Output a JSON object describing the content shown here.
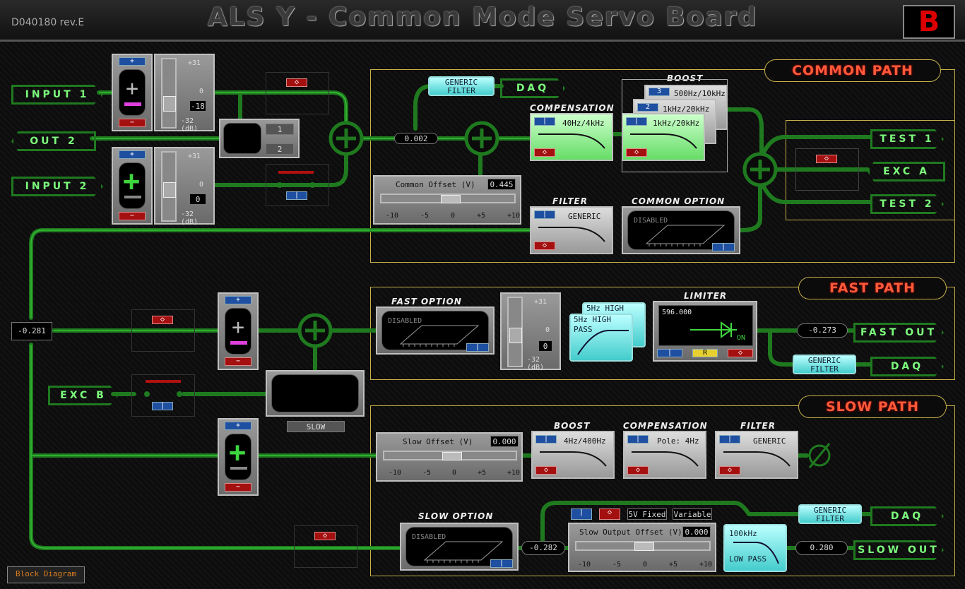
{
  "header": {
    "doc_id": "D040180 rev.E",
    "title": "ALS Y - Common Mode Servo Board",
    "logo": "B"
  },
  "sections": {
    "common": "COMMON PATH",
    "fast": "FAST PATH",
    "slow": "SLOW PATH"
  },
  "ports": {
    "input1": "INPUT 1",
    "out2": "OUT 2",
    "input2": "INPUT 2",
    "exc_b": "EXC B",
    "daq": "DAQ",
    "test1": "TEST 1",
    "exc_a": "EXC A",
    "test2": "TEST 2",
    "fast_out": "FAST OUT",
    "slow_out": "SLOW OUT"
  },
  "input1": {
    "gain_max": "+31",
    "gain_zero": "0",
    "gain_min": "-32 (dB)",
    "gain_value": "-18",
    "plus": "+",
    "minus": "−"
  },
  "input2": {
    "gain_max": "+31",
    "gain_zero": "0",
    "gain_min": "-32 (dB)",
    "gain_value": "0",
    "plus": "+",
    "minus": "−"
  },
  "mux": {
    "opt1": "1",
    "opt2": "2"
  },
  "common": {
    "sum_readout": "0.002",
    "generic_filter": "GENERIC FILTER",
    "compensation_cap": "COMPENSATION",
    "compensation_label": "40Hz/4kHz",
    "boost_cap": "BOOST",
    "boost_stages": [
      "500Hz/10kHz",
      "1kHz/20kHz",
      "1kHz/20kHz"
    ],
    "boost_nums": [
      "3",
      "2"
    ],
    "offset_label": "Common Offset (V)",
    "offset_value": "0.445",
    "offset_ticks": [
      "-10",
      "-5",
      "0",
      "+5",
      "+10"
    ],
    "filter_cap": "FILTER",
    "filter_label": "GENERIC",
    "option_cap": "COMMON  OPTION",
    "option_state": "DISABLED"
  },
  "fast": {
    "left_readout": "-0.281",
    "option_cap": "FAST  OPTION",
    "option_state": "DISABLED",
    "gain_max": "+31",
    "gain_zero": "0",
    "gain_min": "-32 (dB)",
    "gain_value": "0",
    "highpass_back": "5Hz HIGH PASS",
    "highpass_front": "5Hz HIGH PASS",
    "limiter_cap": "LIMITER",
    "limiter_value": "596.000",
    "limiter_state": "ON",
    "limiter_r": "R",
    "out_readout": "-0.273",
    "generic_filter": "GENERIC FILTER",
    "slow_btn": "SLOW"
  },
  "slow": {
    "offset_label": "Slow Offset (V)",
    "offset_value": "0.000",
    "offset_ticks": [
      "-10",
      "-5",
      "0",
      "+5",
      "+10"
    ],
    "boost_cap": "BOOST",
    "boost_label": "4Hz/400Hz",
    "comp_cap": "COMPENSATION",
    "comp_label": "Pole: 4Hz",
    "filter_cap": "FILTER",
    "filter_label": "GENERIC",
    "null_symbol": "∅",
    "option_cap": "SLOW  OPTION",
    "option_state": "DISABLED",
    "fixed_btn": "5V Fixed",
    "variable_btn": "Variable",
    "out_offset_label": "Slow Output Offset (V)",
    "out_offset_value": "0.000",
    "out_offset_ticks": [
      "-10",
      "-5",
      "0",
      "+5",
      "+10"
    ],
    "readout_left": "-0.282",
    "lowpass_top": "100kHz",
    "lowpass_bottom": "LOW PASS",
    "readout_out": "0.280",
    "generic_filter": "GENERIC FILTER"
  },
  "footer": {
    "block_diagram": "Block Diagram"
  },
  "colors": {
    "wire": "#1f7a1f",
    "wire_bright": "#35c035",
    "section_border": "#c8b04a",
    "section_title": "#ff5a3a"
  }
}
